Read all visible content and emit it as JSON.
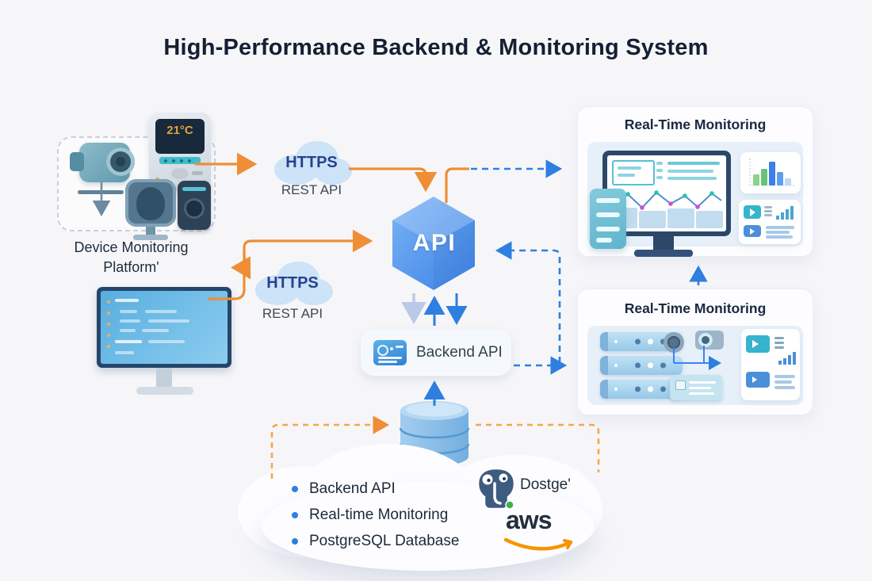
{
  "title": "High-Performance Backend & Monitoring System",
  "device_platform": {
    "label_line1": "Device Monitoring",
    "label_line2": "Platform'",
    "thermostat_reading": "21°C"
  },
  "connections": {
    "cloud_top": {
      "label": "HTTPS",
      "sublabel": "REST API"
    },
    "cloud_bottom": {
      "label": "HTTPS",
      "sublabel": "REST API"
    }
  },
  "api_gateway": {
    "label": "API"
  },
  "backend": {
    "label": "Backend API"
  },
  "monitoring_panels": {
    "top": {
      "title": "Real-Time Monitoring"
    },
    "bottom": {
      "title": "Real-Time Monitoring"
    }
  },
  "stack_cloud": {
    "items": [
      "Backend API",
      "Real-time Monitoring",
      "PostgreSQL Database"
    ],
    "postgresql_label": "Dostge'",
    "aws_label": "aws"
  },
  "colors": {
    "accent_orange": "#EF8E35",
    "accent_blue": "#2E7FE0",
    "hexagon_blue": "#4A90EC",
    "title_navy": "#151F33"
  }
}
